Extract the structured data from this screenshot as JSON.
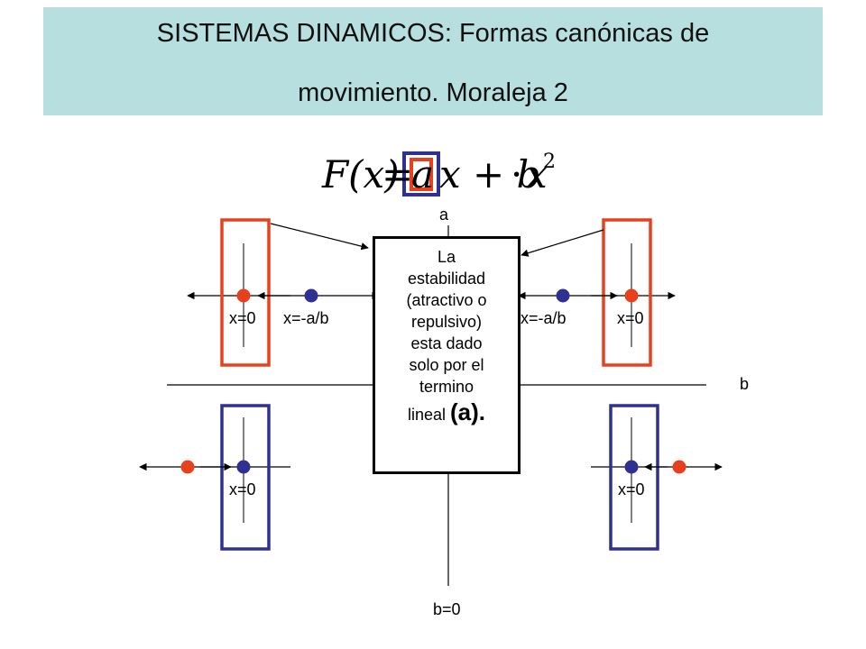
{
  "title": {
    "line1": "SISTEMAS DINAMICOS: Formas canónicas de",
    "line2": "movimiento. Moraleja 2"
  },
  "formula": {
    "lhs": "F(x)",
    "eq": "=",
    "a": "a",
    "mid": "x + b",
    "dot": "·",
    "x": "x",
    "exp": "2"
  },
  "axes": {
    "a_label": "a",
    "b_label": "b",
    "b_zero": "b=0"
  },
  "points": {
    "top_left_origin": "x=0",
    "top_left_other": "x=-a/b",
    "top_right_other": "x=-a/b",
    "top_right_origin": "x=0",
    "bottom_left_origin": "x=0",
    "bottom_right_origin": "x=0"
  },
  "note": {
    "lines": [
      "La",
      "estabilidad",
      "(atractivo o",
      "repulsivo)",
      "esta dado",
      "solo por el",
      "termino"
    ],
    "last_small": "lineal",
    "last_big": "(a)."
  },
  "colors": {
    "title_bg": "#b7dfe0",
    "red": "#e8401c",
    "blue": "#2e3192",
    "stable_dot": "#2e3192",
    "unstable_dot": "#e8401c"
  }
}
